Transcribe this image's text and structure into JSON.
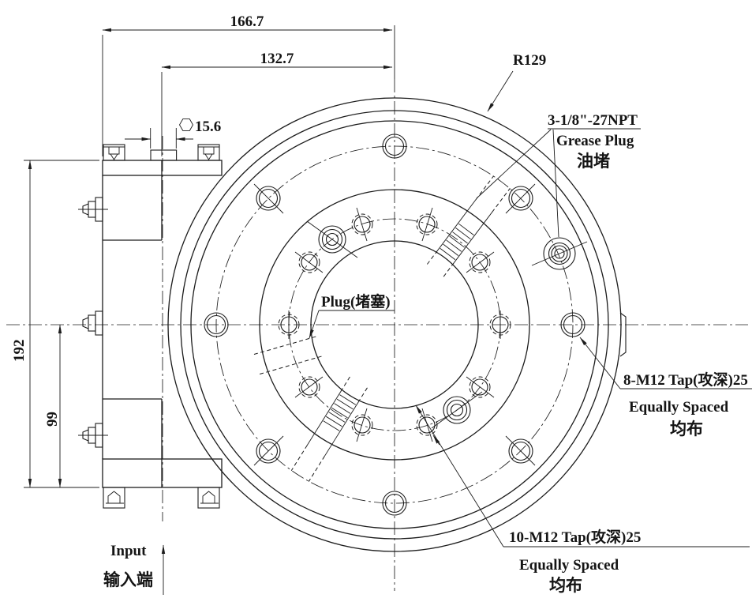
{
  "drawing": {
    "title": "slewing-drive-flange-drawing",
    "colors": {
      "line": "#1c1c1c",
      "background": "#ffffff"
    },
    "dims": {
      "w_total": "166.7",
      "w_face": "132.7",
      "hex_af": "15.6",
      "h_total": "192",
      "h_lower": "99",
      "radius": "R129"
    },
    "labels": {
      "grease": {
        "0": "3-1/8\"-27NPT",
        "1": "Grease Plug",
        "2": "油堵"
      },
      "plug": "Plug(堵塞)",
      "tap8": {
        "0": "8-M12 Tap(攻深)25",
        "1": "Equally Spaced",
        "2": "均布"
      },
      "tap10": {
        "0": "10-M12 Tap(攻深)25",
        "1": "Equally Spaced",
        "2": "均布"
      },
      "input": {
        "0": "Input",
        "1": "输入端"
      }
    }
  }
}
